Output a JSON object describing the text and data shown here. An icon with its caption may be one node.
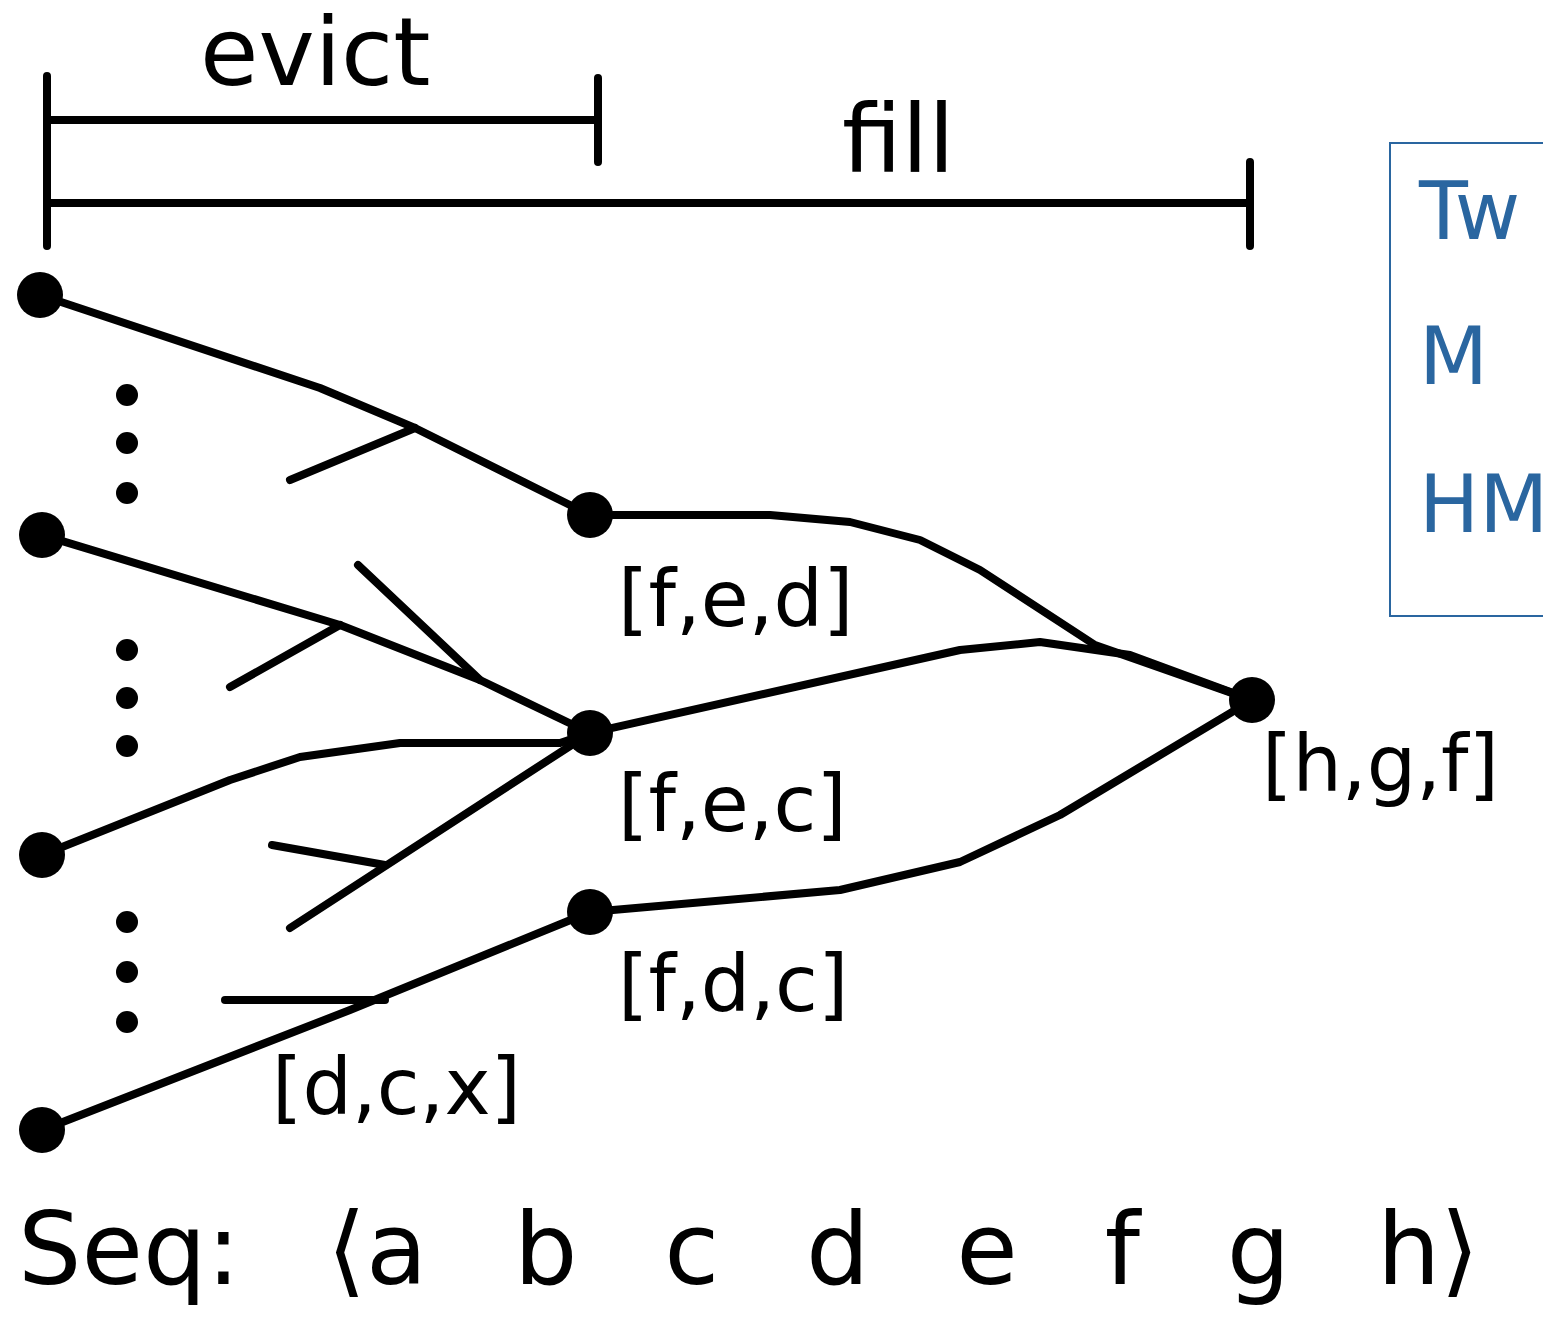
{
  "diagram": {
    "nodes": [
      {
        "text": [],
        "shape": "circle"
      },
      {
        "text": [],
        "shape": "circle"
      },
      {
        "text": [],
        "shape": "circle"
      },
      {
        "text": [],
        "shape": "circle"
      },
      {
        "text": [],
        "shape": "circle",
        "beside": [
          "[f,e,d]"
        ]
      },
      {
        "text": [],
        "shape": "circle",
        "beside": [
          "[f,e,c]"
        ]
      },
      {
        "text": [],
        "shape": "circle",
        "beside": [
          "[f,d,c]"
        ]
      },
      {
        "text": [],
        "shape": "circle",
        "beside": [
          "[h,g,f]"
        ]
      },
      {
        "text": [
          "Tw",
          "M",
          "HM"
        ]
      }
    ],
    "edges": [
      {
        "from": 0,
        "to": 4,
        "arrow": "none"
      },
      {
        "from": 1,
        "to": 5,
        "arrow": "none"
      },
      {
        "from": 2,
        "to": 5,
        "arrow": "none"
      },
      {
        "from": 3,
        "to": 6,
        "arrow": "none",
        "label": "[d,c,x]"
      },
      {
        "from": null,
        "to": 5,
        "arrow": "none"
      },
      {
        "from": 4,
        "to": 7,
        "arrow": "none"
      },
      {
        "from": 5,
        "to": 7,
        "arrow": "none"
      },
      {
        "from": 6,
        "to": 7,
        "arrow": "none"
      }
    ],
    "labels": [
      "evict",
      "fill",
      "Seq: ⟨a b c d e f g h⟩"
    ]
  }
}
